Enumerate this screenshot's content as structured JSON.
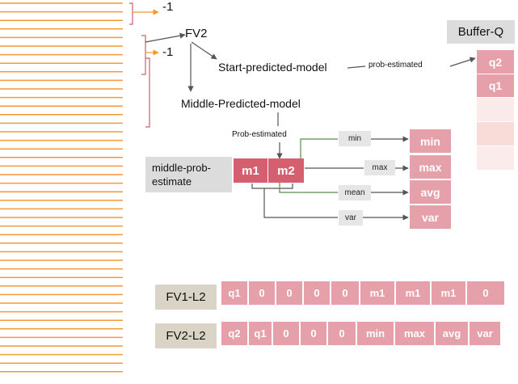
{
  "left_labels": {
    "minus1_top": "-1",
    "minus1_mid": "-1"
  },
  "nodes": {
    "fv2": "FV2",
    "start_model": "Start-predicted-model",
    "middle_model": "Middle-Predicted-model",
    "prob_estimated_top": "prob-estimated",
    "prob_estimated_mid": "Prob-estimated",
    "middle_prob_estimate": "middle-prob-\nestimate"
  },
  "buffer": {
    "title": "Buffer-Q",
    "items": [
      "q2",
      "q1"
    ]
  },
  "m_cells": [
    "m1",
    "m2"
  ],
  "stats": [
    {
      "op": "min",
      "out": "min"
    },
    {
      "op": "max",
      "out": "max"
    },
    {
      "op": "mean",
      "out": "avg"
    },
    {
      "op": "var",
      "out": "var"
    }
  ],
  "fv1_l2": {
    "label": "FV1-L2",
    "cells": [
      "q1",
      "0",
      "0",
      "0",
      "0",
      "m1",
      "m1",
      "m1",
      "0"
    ]
  },
  "fv2_l2": {
    "label": "FV2-L2",
    "cells": [
      "q2",
      "q1",
      "0",
      "0",
      "0",
      "min",
      "max",
      "avg",
      "var"
    ]
  },
  "colors": {
    "orange": "#f29a38",
    "pink": "#e5a0a9",
    "deep_pink": "#d4606f",
    "green": "#5a8a50",
    "bracket": "#c8606e"
  }
}
